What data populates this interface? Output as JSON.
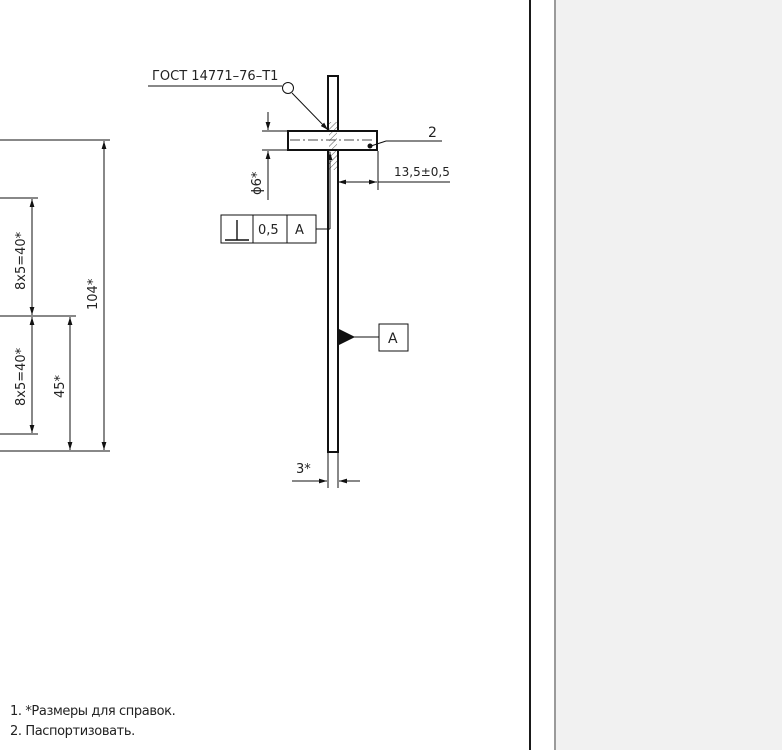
{
  "drawing": {
    "callout_gost": "ГОСТ 14771–76–Т1",
    "item_number": "2",
    "dim_offset": "13,5±0,5",
    "dim_diameter": "ϕ6*",
    "tolerance_value": "0,5",
    "datum_ref": "A",
    "datum_label": "A",
    "dim_width": "3*",
    "dim_total_height": "104*",
    "dim_left_upper": "8х5=40*",
    "dim_left_lower": "8х5=40*",
    "dim_left_45": "45*"
  },
  "notes": [
    "1.  *Размеры для справок.",
    "2.  Паспортизовать."
  ]
}
